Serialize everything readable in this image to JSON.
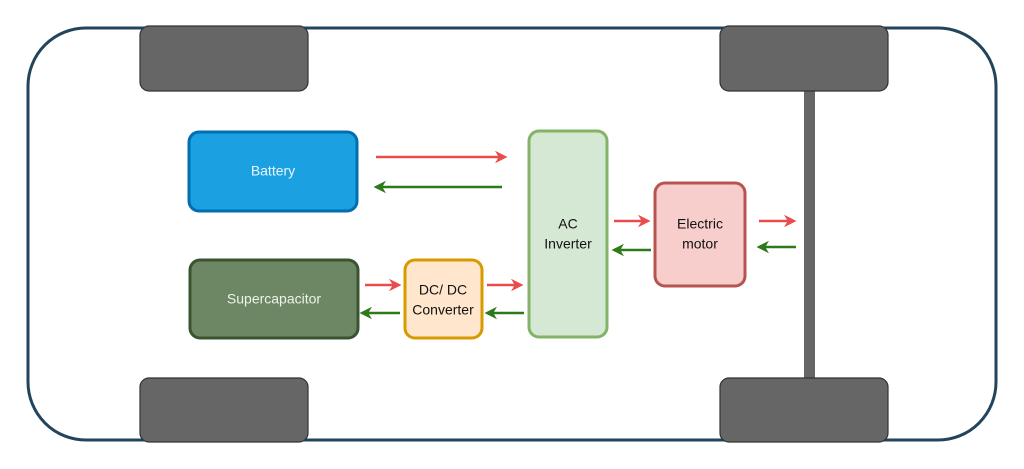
{
  "diagram": {
    "title": "",
    "colors": {
      "chassis": "#23445d",
      "wheel": "#666666",
      "axle": "#666666",
      "forward_arrow": "#e84c4c",
      "backward_arrow": "#2d7a1a"
    },
    "nodes": {
      "battery": {
        "label": "Battery",
        "fill": "#1ba1e2",
        "stroke": "#006eaf",
        "text_color": "#e8f6ff"
      },
      "supercapacitor": {
        "label": "Supercapacitor",
        "fill": "#6d8764",
        "stroke": "#3a5431",
        "text_color": "#eef3ea"
      },
      "dcdc": {
        "label_line1": "DC/ DC",
        "label_line2": "Converter",
        "fill": "#ffe6cc",
        "stroke": "#d79b00",
        "text_color": "#111111"
      },
      "inverter": {
        "label_line1": "AC",
        "label_line2": "Inverter",
        "fill": "#d5e8d4",
        "stroke": "#82b366",
        "text_color": "#111111"
      },
      "motor": {
        "label_line1": "Electric",
        "label_line2": "motor",
        "fill": "#f8cecc",
        "stroke": "#b85450",
        "text_color": "#111111"
      }
    },
    "flows": [
      {
        "from": "battery",
        "to": "inverter",
        "direction": "forward"
      },
      {
        "from": "inverter",
        "to": "battery",
        "direction": "backward"
      },
      {
        "from": "supercapacitor",
        "to": "dcdc",
        "direction": "forward"
      },
      {
        "from": "dcdc",
        "to": "supercapacitor",
        "direction": "backward"
      },
      {
        "from": "dcdc",
        "to": "inverter",
        "direction": "forward"
      },
      {
        "from": "inverter",
        "to": "dcdc",
        "direction": "backward"
      },
      {
        "from": "inverter",
        "to": "motor",
        "direction": "forward"
      },
      {
        "from": "motor",
        "to": "inverter",
        "direction": "backward"
      },
      {
        "from": "motor",
        "to": "axle",
        "direction": "forward"
      },
      {
        "from": "axle",
        "to": "motor",
        "direction": "backward"
      }
    ]
  }
}
